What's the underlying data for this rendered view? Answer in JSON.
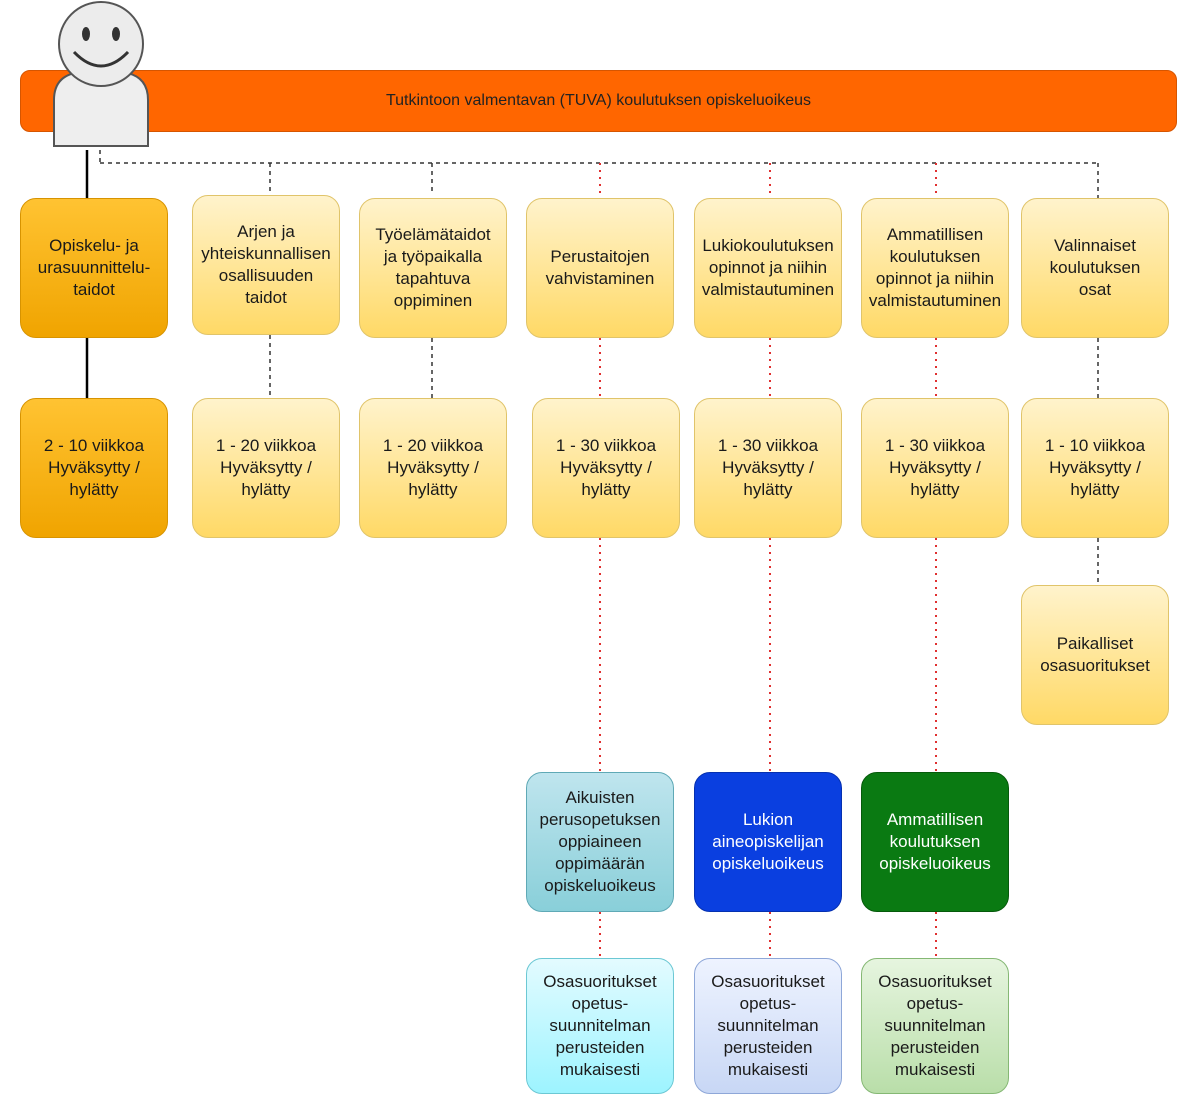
{
  "banner": {
    "title": "Tutkintoon valmentavan (TUVA) koulutuksen opiskeluoikeus"
  },
  "columns": [
    {
      "module": "Opiskelu- ja\nurasuunnittelu-\ntaidot",
      "scope": "2 - 10 viikkoa\nHyväksytty /\nhylätty",
      "style": "orange"
    },
    {
      "module": "Arjen ja\nyhteiskunnallisen\nosallisuuden\ntaidot",
      "scope": "1 - 20 viikkoa\nHyväksytty /\nhylätty",
      "style": "yellow"
    },
    {
      "module": "Työelämätaidot\nja työpaikalla\ntapahtuva\noppiminen",
      "scope": "1 - 20 viikkoa\nHyväksytty /\nhylätty",
      "style": "yellow"
    },
    {
      "module": "Perustaitojen\nvahvistaminen",
      "scope": "1 - 30 viikkoa\nHyväksytty /\nhylätty",
      "style": "yellow"
    },
    {
      "module": "Lukiokoulutuksen\nopinnot ja niihin\nvalmistautuminen",
      "scope": "1 - 30 viikkoa\nHyväksytty /\nhylätty",
      "style": "yellow"
    },
    {
      "module": "Ammatillisen\nkoulutuksen\nopinnot ja niihin\nvalmistautuminen",
      "scope": "1 - 30 viikkoa\nHyväksytty /\nhylätty",
      "style": "yellow"
    },
    {
      "module": "Valinnaiset\nkoulutuksen\nosat",
      "scope": "1 - 10 viikkoa\nHyväksytty /\nhylätty",
      "style": "yellow"
    }
  ],
  "local_parts": "Paikalliset\nosasuoritukset",
  "rights": [
    {
      "label": "Aikuisten\nperusopetuksen\noppiaineen\noppimäärän\nopiskeluoikeus",
      "style": "teal"
    },
    {
      "label": "Lukion\naineopiskelijan\nopiskeluoikeus",
      "style": "blue"
    },
    {
      "label": "Ammatillisen\nkoulutuksen\nopiskeluoikeus",
      "style": "green"
    }
  ],
  "curriculum_parts": [
    {
      "label": "Osasuoritukset\nopetus-\nsuunnitelman\nperusteiden\nmukaisesti",
      "style": "cyan"
    },
    {
      "label": "Osasuoritukset\nopetus-\nsuunnitelman\nperusteiden\nmukaisesti",
      "style": "lblue"
    },
    {
      "label": "Osasuoritukset\nopetus-\nsuunnitelman\nperusteiden\nmukaisesti",
      "style": "lgreen"
    }
  ],
  "colors": {
    "banner": "#ff6600",
    "dashed_line": "#333333",
    "dotted_red_line": "#e03030",
    "solid_line": "#000000"
  },
  "icons": {
    "avatar": "smiley-person-icon"
  }
}
